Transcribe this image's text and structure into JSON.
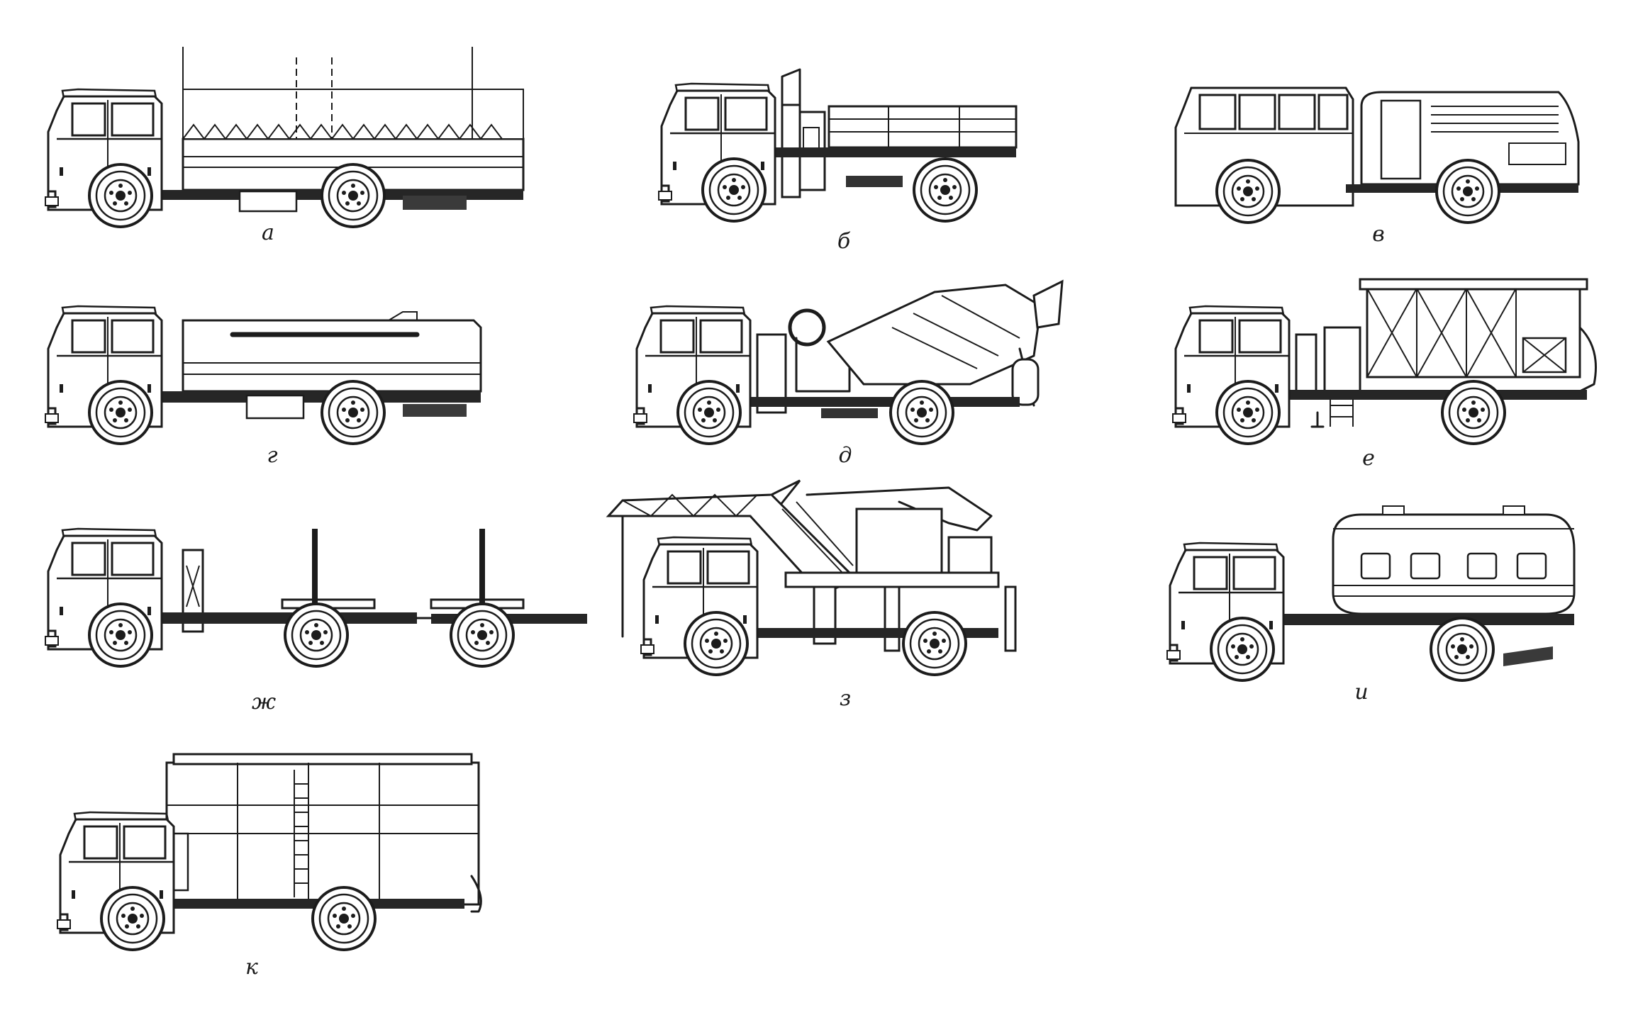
{
  "figure": {
    "panels": [
      {
        "id": "a",
        "label": "а",
        "kind": "flatbed-tarpaulin"
      },
      {
        "id": "b",
        "label": "б",
        "kind": "dump-body"
      },
      {
        "id": "v",
        "label": "в",
        "kind": "van-body"
      },
      {
        "id": "g",
        "label": "г",
        "kind": "tanker"
      },
      {
        "id": "d",
        "label": "д",
        "kind": "concrete-mixer"
      },
      {
        "id": "e",
        "label": "е",
        "kind": "spreader-hopper"
      },
      {
        "id": "zh",
        "label": "ж",
        "kind": "timber-carrier-trailer"
      },
      {
        "id": "z",
        "label": "з",
        "kind": "truck-crane"
      },
      {
        "id": "i",
        "label": "и",
        "kind": "cylindrical-tank"
      },
      {
        "id": "k",
        "label": "к",
        "kind": "box-body"
      }
    ]
  }
}
